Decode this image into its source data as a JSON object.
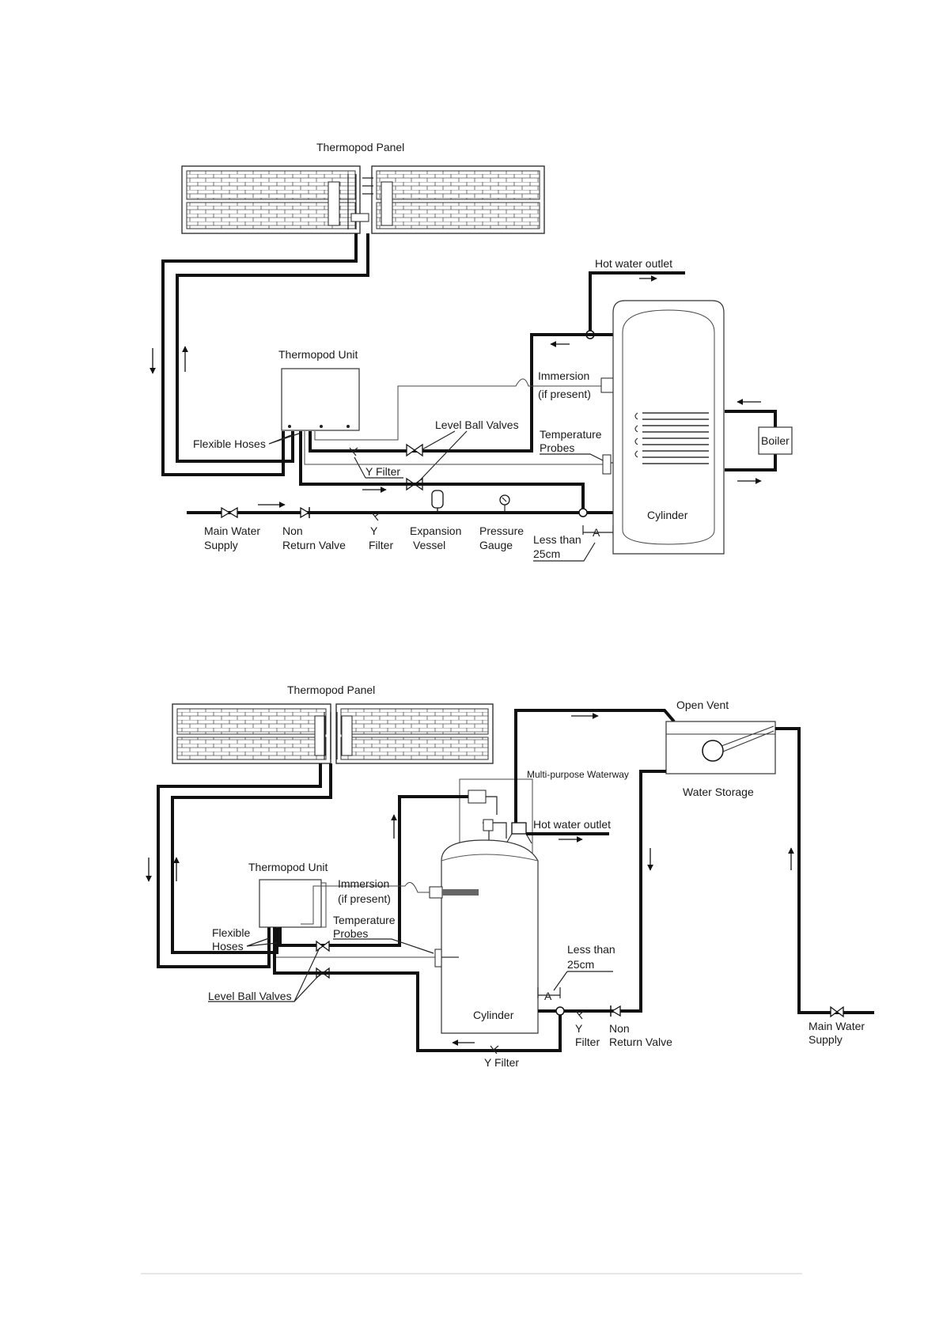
{
  "diagram_top": {
    "panel_title": "Thermopod Panel",
    "unit_title": "Thermopod Unit",
    "hot_water_outlet": "Hot water outlet",
    "immersion": "Immersion",
    "immersion_note": "(if present)",
    "level_ball_valves": "Level Ball Valves",
    "temperature": "Temperature",
    "probes": "Probes",
    "boiler": "Boiler",
    "flexible_hoses": "Flexible Hoses",
    "y_filter_inline": "Y Filter",
    "cylinder": "Cylinder",
    "main_water": "Main Water",
    "supply": "Supply",
    "non": "Non",
    "return_valve": "Return Valve",
    "y": "Y",
    "filter": "Filter",
    "expansion": "Expansion",
    "vessel": "Vessel",
    "pressure": "Pressure",
    "gauge": "Gauge",
    "less_than": "Less than",
    "distance": "25cm",
    "marker_a": "A"
  },
  "diagram_bottom": {
    "panel_title": "Thermopod Panel",
    "open_vent": "Open Vent",
    "waterway": "Multi-purpose Waterway",
    "water_storage": "Water Storage",
    "hot_water_outlet": "Hot water outlet",
    "unit_title": "Thermopod Unit",
    "immersion": "Immersion",
    "immersion_note": "(if present)",
    "temperature": "Temperature",
    "probes": "Probes",
    "flexible": "Flexible",
    "hoses": "Hoses",
    "level_ball_valves": "Level Ball Valves",
    "less_than": "Less than",
    "distance": "25cm",
    "marker_a": "A",
    "cylinder": "Cylinder",
    "y": "Y",
    "filter": "Filter",
    "non": "Non",
    "return_valve": "Return Valve",
    "main_water": "Main Water",
    "supply": "Supply",
    "y_filter_bottom": "Y Filter"
  }
}
